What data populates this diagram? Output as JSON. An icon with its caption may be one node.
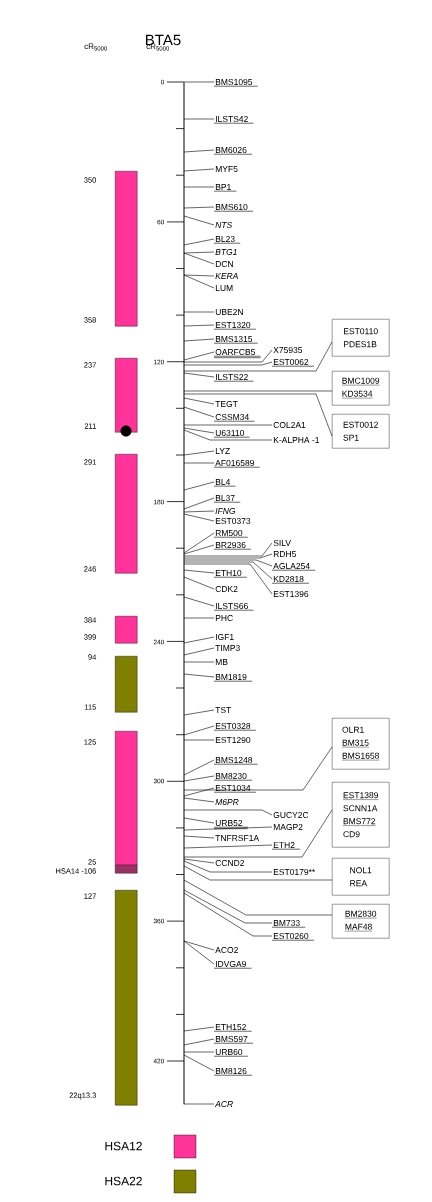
{
  "diagram": {
    "title": "BTA5",
    "nodes": [
      {
        "text": [],
        "shape": "bar"
      },
      {
        "text": [
          "BMS1095"
        ]
      },
      {
        "text": [
          "ILSTS42"
        ]
      },
      {
        "text": [
          "BM6026"
        ]
      },
      {
        "text": [
          "MYF5"
        ]
      },
      {
        "text": [
          "BP1"
        ]
      },
      {
        "text": [
          "BMS610"
        ]
      },
      {
        "text": [
          "NTS"
        ]
      },
      {
        "text": [
          "BL23"
        ]
      },
      {
        "text": [
          "BTG1"
        ]
      },
      {
        "text": [
          "DCN"
        ]
      },
      {
        "text": [
          "KERA"
        ]
      },
      {
        "text": [
          "LUM"
        ]
      },
      {
        "text": [
          "UBE2N"
        ]
      },
      {
        "text": [
          "EST1320"
        ]
      },
      {
        "text": [
          "BMS1315"
        ]
      },
      {
        "text": [
          "OARFCB5"
        ]
      },
      {
        "text": [
          "X75935"
        ]
      },
      {
        "text": [
          "EST0062"
        ]
      },
      {
        "text": [
          "EST0110",
          "PDES1B"
        ]
      },
      {
        "text": [
          "ILSTS22"
        ]
      },
      {
        "text": [
          "BMC1009",
          "KD3534"
        ]
      },
      {
        "text": [
          "EST0012",
          "SP1"
        ]
      },
      {
        "text": [
          "TEGT"
        ]
      },
      {
        "text": [
          "CSSM34"
        ]
      },
      {
        "text": [
          "COL2A1"
        ]
      },
      {
        "text": [
          "U63110"
        ]
      },
      {
        "text": [
          "K-ALPHA -1"
        ]
      },
      {
        "text": [
          "LYZ"
        ]
      },
      {
        "text": [
          "AF016589"
        ]
      },
      {
        "text": [
          "BL4"
        ]
      },
      {
        "text": [
          "BL37"
        ]
      },
      {
        "text": [
          "IFNG"
        ]
      },
      {
        "text": [
          "EST0373"
        ]
      },
      {
        "text": [
          "RM500"
        ]
      },
      {
        "text": [
          "BR2936"
        ]
      },
      {
        "text": [
          "SILV"
        ]
      },
      {
        "text": [
          "RDH5"
        ]
      },
      {
        "text": [
          "AGLA254"
        ]
      },
      {
        "text": [
          "KD2818"
        ]
      },
      {
        "text": [
          "EST1396"
        ]
      },
      {
        "text": [
          "ETH10"
        ]
      },
      {
        "text": [
          "CDK2"
        ]
      },
      {
        "text": [
          "ILSTS66"
        ]
      },
      {
        "text": [
          "PHC"
        ]
      },
      {
        "text": [
          "IGF1"
        ]
      },
      {
        "text": [
          "TIMP3"
        ]
      },
      {
        "text": [
          "MB"
        ]
      },
      {
        "text": [
          "BM1819"
        ]
      },
      {
        "text": [
          "TST"
        ]
      },
      {
        "text": [
          "EST0328"
        ]
      },
      {
        "text": [
          "EST1290"
        ]
      },
      {
        "text": [
          "OLR1",
          "BM315",
          "BMS1658"
        ]
      },
      {
        "text": [
          "BMS1248"
        ]
      },
      {
        "text": [
          "BM8230"
        ]
      },
      {
        "text": [
          "EST1034"
        ]
      },
      {
        "text": [
          "M6PR"
        ]
      },
      {
        "text": [
          "GUCY2C"
        ]
      },
      {
        "text": [
          "EST1389",
          "SCNN1A",
          "BMS772",
          "CD9"
        ]
      },
      {
        "text": [
          "URB52"
        ]
      },
      {
        "text": [
          "MAGP2"
        ]
      },
      {
        "text": [
          "TNFRSF1A"
        ]
      },
      {
        "text": [
          "ETH2"
        ]
      },
      {
        "text": [
          "CCND2"
        ]
      },
      {
        "text": [
          "EST0179**"
        ]
      },
      {
        "text": [
          "NOL1",
          "REA"
        ]
      },
      {
        "text": [
          "BM2830",
          "MAF48"
        ]
      },
      {
        "text": [
          "BM733"
        ]
      },
      {
        "text": [
          "EST0260"
        ]
      },
      {
        "text": [
          "ACO2"
        ]
      },
      {
        "text": [
          "IDVGA9"
        ]
      },
      {
        "text": [
          "ETH152"
        ]
      },
      {
        "text": [
          "BMS597"
        ]
      },
      {
        "text": [
          "URB60"
        ]
      },
      {
        "text": [
          "BM8126"
        ]
      },
      {
        "text": [
          "ACR"
        ]
      },
      {
        "text": [],
        "shape": "bar",
        "beside": [
          "350",
          "358"
        ]
      },
      {
        "text": [],
        "shape": "bar",
        "beside": [
          "237",
          "211"
        ]
      },
      {
        "text": [],
        "shape": "bar",
        "beside": [
          "291",
          "246"
        ]
      },
      {
        "text": [],
        "shape": "bar",
        "beside": [
          "384",
          "399"
        ]
      },
      {
        "text": [],
        "shape": "bar",
        "beside": [
          "94",
          "115"
        ]
      },
      {
        "text": [],
        "shape": "bar",
        "beside": [
          "125",
          "25"
        ]
      },
      {
        "text": [],
        "shape": "bar",
        "beside": [
          "HSA14 -106"
        ]
      },
      {
        "text": [],
        "shape": "bar",
        "beside": [
          "127",
          "22q13.3"
        ]
      }
    ],
    "edges": [
      {
        "from": 1,
        "to": 0,
        "arrow": "none"
      },
      {
        "from": 2,
        "to": 0,
        "arrow": "none"
      },
      {
        "from": 3,
        "to": 0,
        "arrow": "none"
      },
      {
        "from": 4,
        "to": 0,
        "arrow": "none"
      },
      {
        "from": 5,
        "to": 0,
        "arrow": "none"
      },
      {
        "from": 6,
        "to": 0,
        "arrow": "none"
      },
      {
        "from": 7,
        "to": 0,
        "arrow": "none"
      },
      {
        "from": 8,
        "to": 0,
        "arrow": "none"
      },
      {
        "from": 9,
        "to": 0,
        "arrow": "none"
      },
      {
        "from": 10,
        "to": 0,
        "arrow": "none"
      },
      {
        "from": 11,
        "to": 0,
        "arrow": "none"
      },
      {
        "from": 12,
        "to": 0,
        "arrow": "none"
      },
      {
        "from": 13,
        "to": 0,
        "arrow": "none"
      },
      {
        "from": 14,
        "to": 0,
        "arrow": "none"
      },
      {
        "from": 15,
        "to": 0,
        "arrow": "none"
      },
      {
        "from": 16,
        "to": 0,
        "arrow": "none"
      },
      {
        "from": 17,
        "to": 0,
        "arrow": "none"
      },
      {
        "from": 18,
        "to": 0,
        "arrow": "none"
      },
      {
        "from": 19,
        "to": 0,
        "arrow": "none"
      },
      {
        "from": 20,
        "to": 0,
        "arrow": "none"
      },
      {
        "from": 21,
        "to": 0,
        "arrow": "none"
      },
      {
        "from": 22,
        "to": 0,
        "arrow": "none"
      },
      {
        "from": 23,
        "to": 0,
        "arrow": "none"
      },
      {
        "from": 24,
        "to": 0,
        "arrow": "none"
      },
      {
        "from": 25,
        "to": 0,
        "arrow": "none"
      },
      {
        "from": 26,
        "to": 0,
        "arrow": "none"
      },
      {
        "from": 27,
        "to": 0,
        "arrow": "none"
      },
      {
        "from": 28,
        "to": 0,
        "arrow": "none"
      },
      {
        "from": 29,
        "to": 0,
        "arrow": "none"
      },
      {
        "from": 30,
        "to": 0,
        "arrow": "none"
      },
      {
        "from": 31,
        "to": 0,
        "arrow": "none"
      },
      {
        "from": 32,
        "to": 0,
        "arrow": "none"
      },
      {
        "from": 33,
        "to": 0,
        "arrow": "none"
      },
      {
        "from": 34,
        "to": 0,
        "arrow": "none"
      },
      {
        "from": 35,
        "to": 0,
        "arrow": "none"
      },
      {
        "from": 36,
        "to": 0,
        "arrow": "none"
      },
      {
        "from": 37,
        "to": 0,
        "arrow": "none"
      },
      {
        "from": 38,
        "to": 0,
        "arrow": "none"
      },
      {
        "from": 39,
        "to": 0,
        "arrow": "none"
      },
      {
        "from": 40,
        "to": 0,
        "arrow": "none"
      },
      {
        "from": 41,
        "to": 0,
        "arrow": "none"
      },
      {
        "from": 42,
        "to": 0,
        "arrow": "none"
      },
      {
        "from": 43,
        "to": 0,
        "arrow": "none"
      },
      {
        "from": 44,
        "to": 0,
        "arrow": "none"
      },
      {
        "from": 45,
        "to": 0,
        "arrow": "none"
      },
      {
        "from": 46,
        "to": 0,
        "arrow": "none"
      },
      {
        "from": 47,
        "to": 0,
        "arrow": "none"
      },
      {
        "from": 48,
        "to": 0,
        "arrow": "none"
      },
      {
        "from": 49,
        "to": 0,
        "arrow": "none"
      },
      {
        "from": 50,
        "to": 0,
        "arrow": "none"
      },
      {
        "from": 51,
        "to": 0,
        "arrow": "none"
      },
      {
        "from": 52,
        "to": 0,
        "arrow": "none"
      },
      {
        "from": 53,
        "to": 0,
        "arrow": "none"
      },
      {
        "from": 54,
        "to": 0,
        "arrow": "none"
      },
      {
        "from": 55,
        "to": 0,
        "arrow": "none"
      },
      {
        "from": 56,
        "to": 0,
        "arrow": "none"
      },
      {
        "from": 57,
        "to": 0,
        "arrow": "none"
      },
      {
        "from": 58,
        "to": 0,
        "arrow": "none"
      },
      {
        "from": 59,
        "to": 0,
        "arrow": "none"
      },
      {
        "from": 60,
        "to": 0,
        "arrow": "none"
      },
      {
        "from": 61,
        "to": 0,
        "arrow": "none"
      },
      {
        "from": 62,
        "to": 0,
        "arrow": "none"
      },
      {
        "from": 63,
        "to": 0,
        "arrow": "none"
      },
      {
        "from": 64,
        "to": 0,
        "arrow": "none"
      },
      {
        "from": 65,
        "to": 0,
        "arrow": "none"
      },
      {
        "from": 66,
        "to": 0,
        "arrow": "none"
      },
      {
        "from": 67,
        "to": 0,
        "arrow": "none"
      },
      {
        "from": 68,
        "to": 0,
        "arrow": "none"
      },
      {
        "from": 69,
        "to": 0,
        "arrow": "none"
      },
      {
        "from": 70,
        "to": 0,
        "arrow": "none"
      },
      {
        "from": 71,
        "to": 0,
        "arrow": "none"
      },
      {
        "from": 72,
        "to": 0,
        "arrow": "none"
      },
      {
        "from": 73,
        "to": 0,
        "arrow": "none"
      },
      {
        "from": 74,
        "to": 0,
        "arrow": "none"
      },
      {
        "from": 75,
        "to": 0,
        "arrow": "none"
      }
    ],
    "labels": [
      "cR$_{5000}$",
      "cR$_{5000}$",
      "0",
      "60",
      "120",
      "180",
      "240",
      "300",
      "360",
      "420"
    ],
    "legend": [
      {
        "text": "HSA12",
        "color": "#ff3399"
      },
      {
        "text": "HSA22",
        "color": "#808000"
      }
    ]
  }
}
